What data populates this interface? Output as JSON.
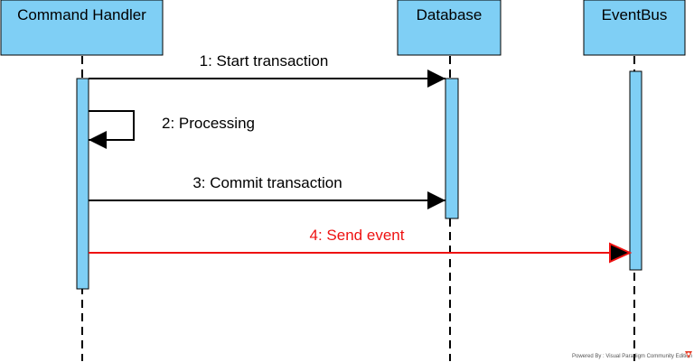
{
  "colors": {
    "participant_fill": "#7fcff5",
    "participant_stroke": "#000000",
    "activation_fill": "#7fcff5",
    "line": "#000000",
    "highlight": "#ee1111",
    "logo": "#e8412c"
  },
  "participants": [
    {
      "name": "Command Handler"
    },
    {
      "name": "Database"
    },
    {
      "name": "EventBus"
    }
  ],
  "messages": [
    {
      "label": "1: Start transaction",
      "from": 0,
      "to": 1,
      "color": "#000000"
    },
    {
      "label": "2: Processing",
      "from": 0,
      "to": 0,
      "color": "#000000"
    },
    {
      "label": "3: Commit transaction",
      "from": 0,
      "to": 1,
      "color": "#000000"
    },
    {
      "label": "4: Send event",
      "from": 0,
      "to": 2,
      "color": "#ee1111"
    }
  ],
  "footer": {
    "text": "Powered By : Visual Paradigm Community Edition",
    "logo_icon": "visual-paradigm-logo-icon"
  }
}
